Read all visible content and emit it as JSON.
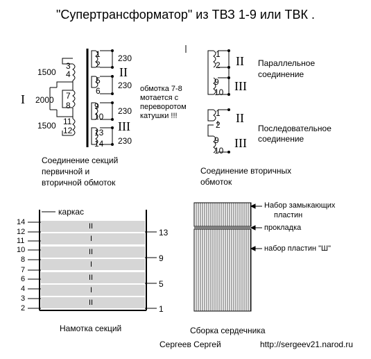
{
  "title": "\"Супертрансформатор\" из ТВЗ 1-9 или ТВК .",
  "primary": {
    "label_I": "I",
    "turns_top": "1500",
    "turns_mid": "2000",
    "turns_bot": "1500",
    "pins": [
      "3",
      "4",
      "7",
      "8",
      "11",
      "12"
    ]
  },
  "secondary": {
    "pins": [
      "1",
      "2",
      "5",
      "6",
      "9",
      "10",
      "13",
      "14"
    ],
    "turns": [
      "230",
      "230",
      "230",
      "230"
    ],
    "label_II": "II",
    "label_III": "III"
  },
  "note": [
    "обмотка 7-8",
    "мотается с",
    "переворотом",
    "катушки !!!"
  ],
  "caption_sections": [
    "Соединение секций",
    "первичной и",
    "вторичной обмоток"
  ],
  "parallel": {
    "pins": [
      "1",
      "2",
      "9",
      "10"
    ],
    "label_II": "II",
    "label_III": "III",
    "text": [
      "Параллельное",
      "соединение"
    ]
  },
  "series": {
    "pins": [
      "1",
      "2",
      "9",
      "10"
    ],
    "label_II": "II",
    "label_III": "III",
    "text": [
      "Последовательное",
      "соединение"
    ]
  },
  "caption_secondary": [
    "Соединение вторичных",
    "обмоток"
  ],
  "winding": {
    "frame_label": "каркас",
    "left_labels": [
      "14",
      "12",
      "11",
      "10",
      "8",
      "7",
      "6",
      "4",
      "3",
      "2"
    ],
    "right_labels": [
      "13",
      "9",
      "5",
      "1"
    ],
    "layers": [
      "II",
      "I",
      "II",
      "I",
      "II",
      "I",
      "II"
    ],
    "caption": "Намотка секций"
  },
  "core": {
    "labels": [
      "Набор замыкающих",
      "пластин",
      "прокладка",
      "набор пластин \"Ш\""
    ],
    "caption": "Сборка сердечника"
  },
  "author": "Сергеев Сергей",
  "url": "http://sergeev21.narod.ru"
}
